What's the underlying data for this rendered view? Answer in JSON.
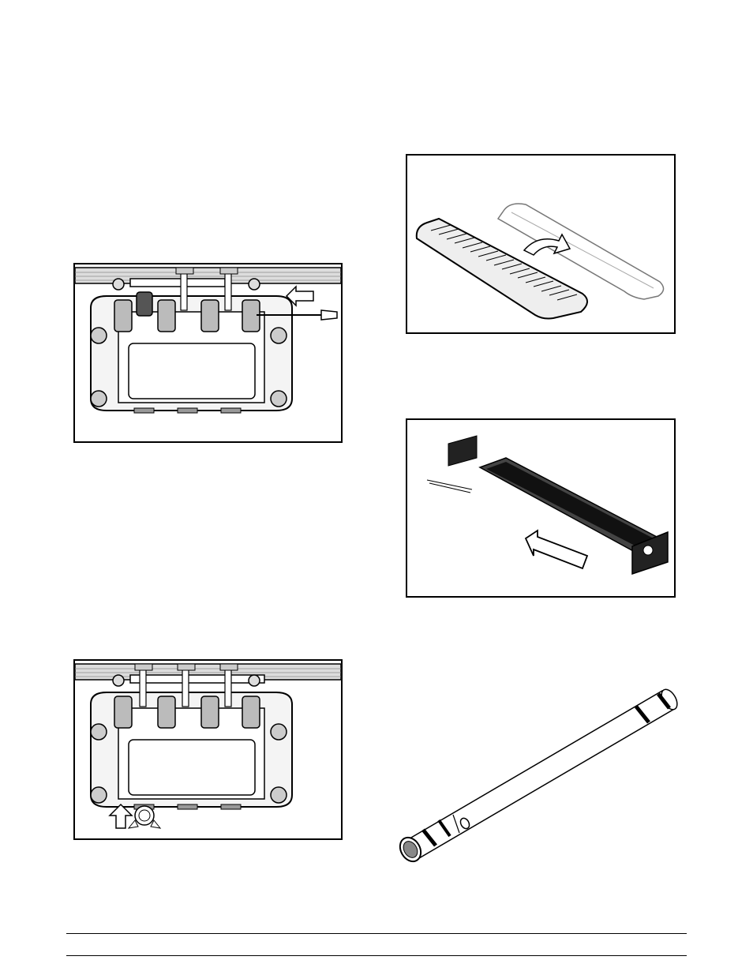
{
  "document": {
    "figures": [
      {
        "id": "freezer-door-pin-removal",
        "icon": "door-assembly-with-pin-icon"
      },
      {
        "id": "drip-tray-and-pan",
        "icon": "drip-tray-icon"
      },
      {
        "id": "splash-shield-insertion",
        "icon": "splash-shield-icon"
      },
      {
        "id": "freezer-door-bottom-arrow",
        "icon": "door-assembly-with-knob-icon"
      },
      {
        "id": "beater-drive-shaft",
        "icon": "drive-shaft-icon"
      }
    ],
    "footer": {
      "left_text": "",
      "right_text": ""
    }
  }
}
